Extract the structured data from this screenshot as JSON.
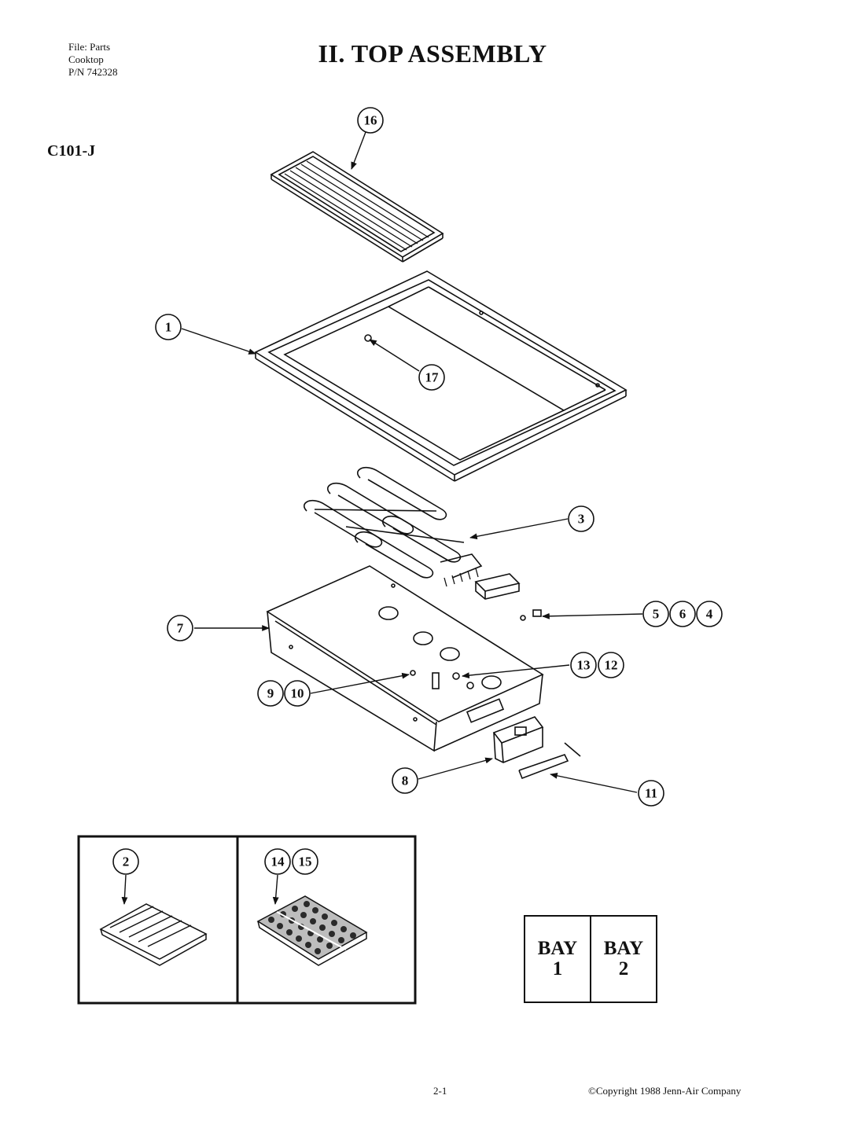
{
  "header": {
    "file_label": "File: Parts",
    "product": "Cooktop",
    "part_number": "P/N 742328",
    "title": "II.  TOP ASSEMBLY",
    "model": "C101-J"
  },
  "callouts": [
    "16",
    "1",
    "17",
    "3",
    "5",
    "6",
    "4",
    "7",
    "13",
    "12",
    "9",
    "10",
    "8",
    "11",
    "2",
    "14",
    "15"
  ],
  "bays": [
    {
      "label": "BAY",
      "number": "1"
    },
    {
      "label": "BAY",
      "number": "2"
    }
  ],
  "footer": {
    "page": "2-1",
    "copyright": "©Copyright 1988 Jenn-Air Company"
  }
}
